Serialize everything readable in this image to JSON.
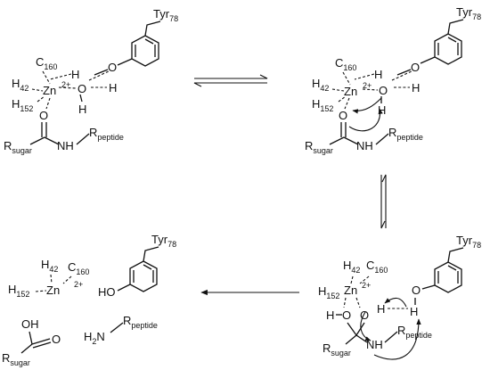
{
  "labels": {
    "tyr": "Tyr",
    "tyr_num": "78",
    "c160": "C",
    "c160_num": "160",
    "h42": "H",
    "h42_num": "42",
    "h152": "H",
    "h152_num": "152",
    "zn": "Zn",
    "zn_charge": "2+",
    "o": "O",
    "h": "H",
    "r": "R",
    "sugar": "sugar",
    "peptide": "peptide",
    "nh": "NH",
    "ho": "HO",
    "oh": "OH",
    "h2n": "H",
    "two": "2",
    "n": "N"
  }
}
